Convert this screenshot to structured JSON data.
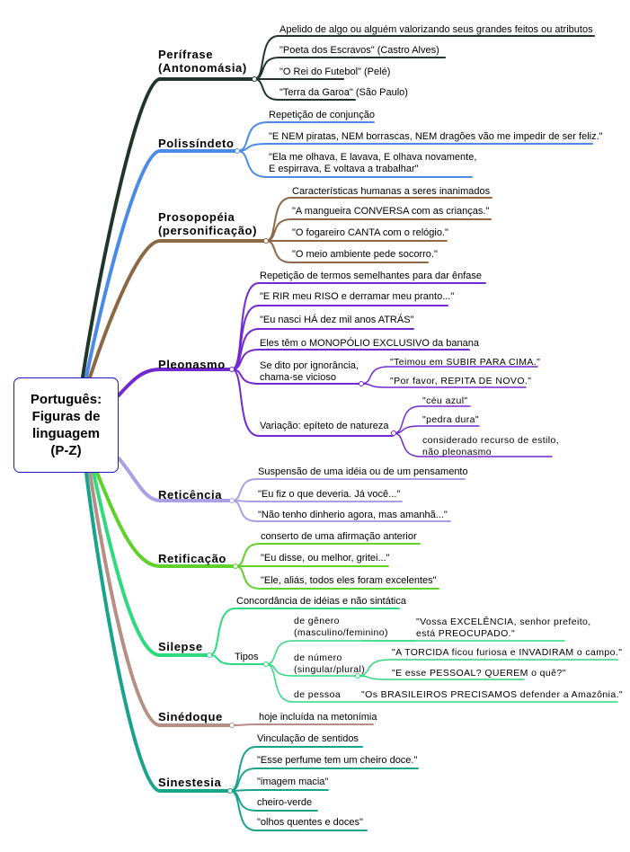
{
  "root": {
    "label": "Português:\nFiguras de\nlinguagem\n(P-Z)"
  },
  "colors": {
    "perifrase": "#21362a",
    "polissindeto": "#4b8be6",
    "prosopopeia": "#8c6845",
    "pleonasmo": "#7329cf",
    "reticencia": "#ab9fe6",
    "retificacao": "#5fd12a",
    "silepse": "#2fd97e",
    "sinedoque": "#b68e83",
    "sinestesia": "#1aa38c"
  },
  "branches": {
    "perifrase": {
      "label": "Perífrase\n(Antonomásia)",
      "children": [
        "Apelido de algo ou alguém valorizando seus grandes feitos ou atributos",
        "\"Poeta dos Escravos\" (Castro Alves)",
        "\"O Rei do Futebol\" (Pelé)",
        "\"Terra da Garoa\" (São Paulo)"
      ]
    },
    "polissindeto": {
      "label": "Polissíndeto",
      "children": [
        "Repetição de conjunção",
        "\"E NEM piratas, NEM borrascas, NEM dragões vão me impedir de ser feliz.\"",
        "\"Ela me olhava, E lavava, E olhava novamente,\nE espirrava, E voltava a trabalhar\""
      ]
    },
    "prosopopeia": {
      "label": "Prosopopéia\n(personificação)",
      "children": [
        "Características humanas a seres inanimados",
        "\"A mangueira CONVERSA com as crianças.\"",
        "\"O fogareiro CANTA com o relógio.\"",
        "\"O meio ambiente pede socorro.\""
      ]
    },
    "pleonasmo": {
      "label": "Pleonasmo",
      "children": [
        "Repetição de termos semelhantes para dar ênfase",
        "\"E RIR meu RISO e derramar meu pranto...\"",
        "\"Eu nasci HÁ dez mil anos ATRÁS\"",
        "Eles têm o MONOPÓLIO EXCLUSIVO da banana"
      ],
      "vicioso": {
        "label": "Se dito por ignorância,\nchama-se vicioso",
        "children": [
          "\"Teimou em SUBIR PARA CIMA.\"",
          "\"Por favor, REPITA DE NOVO.\""
        ]
      },
      "variacao": {
        "label": "Variação: epíteto de natureza",
        "children": [
          "\"céu azul\"",
          "\"pedra dura\"",
          "considerado recurso de estilo,\nnão pleonasmo"
        ]
      }
    },
    "reticencia": {
      "label": "Reticência",
      "children": [
        "Suspensão de uma idéia ou de um pensamento",
        "\"Eu fiz o que deveria. Já você...\"",
        "\"Não tenho dinherio agora, mas amanhã...\""
      ]
    },
    "retificacao": {
      "label": "Retificação",
      "children": [
        "conserto de uma afirmação anterior",
        "\"Eu disse, ou melhor, gritei...\"",
        "\"Ele, aliás, todos eles foram excelentes\""
      ]
    },
    "silepse": {
      "label": "Silepse",
      "children": [
        "Concordância de idéias e não sintática"
      ],
      "tipos": {
        "label": "Tipos",
        "genero": {
          "label": "de gênero\n(masculino/feminino)",
          "children": [
            "\"Vossa EXCELÊNCIA, senhor prefeito,\nestá PREOCUPADO.\""
          ]
        },
        "numero": {
          "label": "de número\n(singular/plural)",
          "children": [
            "\"A TORCIDA ficou furiosa e INVADIRAM o campo.\"",
            "\"E esse PESSOAL? QUEREM o quê?\""
          ]
        },
        "pessoa": {
          "label": "de pessoa",
          "children": [
            "\"Os BRASILEIROS PRECISAMOS defender a Amazônia.\""
          ]
        }
      }
    },
    "sinedoque": {
      "label": "Sinédoque",
      "children": [
        "hoje incluída na metonímia"
      ]
    },
    "sinestesia": {
      "label": "Sinestesia",
      "children": [
        "Vinculação de sentidos",
        "\"Esse perfume tem um cheiro doce.\"",
        "\"imagem macia\"",
        "cheiro-verde",
        "\"olhos quentes e doces\""
      ]
    }
  }
}
